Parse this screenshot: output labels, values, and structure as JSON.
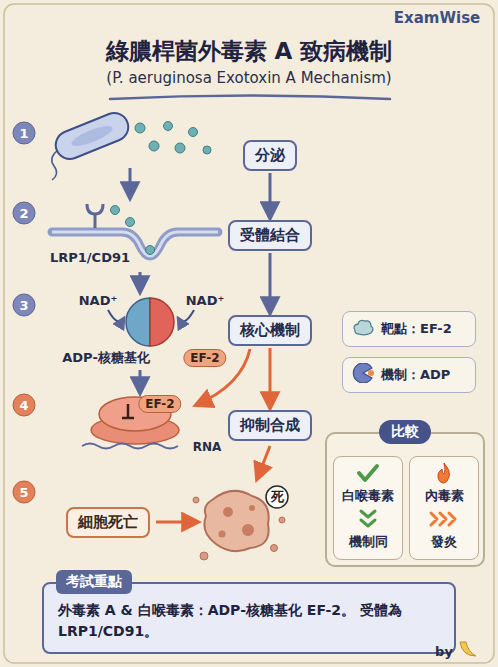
{
  "diagram": {
    "title": "綠膿桿菌外毒素 A 致病機制",
    "nodes": [
      {
        "text": [
          "分泌"
        ]
      },
      {
        "text": [
          "受體結合"
        ]
      },
      {
        "text": [
          "核心機制"
        ]
      },
      {
        "text": [
          "抑制合成"
        ]
      },
      {
        "text": [
          "細胞死亡"
        ]
      },
      {
        "text": [
          "比較"
        ]
      },
      {
        "text": [
          "白喉毒素",
          "機制同"
        ],
        "in": 5
      },
      {
        "text": [
          "內毒素",
          "發炎"
        ],
        "in": 5
      },
      {
        "text": [
          "考試重點",
          "外毒素 A & 白喉毒素：ADP-核糖基化 EF-2。 受體為 LRP1/CD91。"
        ]
      }
    ],
    "edges": [
      {
        "from": 0,
        "to": 1,
        "arrow": "to"
      },
      {
        "from": 1,
        "to": 2,
        "arrow": "to"
      },
      {
        "from": 2,
        "to": 3,
        "arrow": "to"
      }
    ],
    "labels": [
      "(P. aeruginosa Exotoxin A Mechanism)",
      "ExamWise",
      "1",
      "2",
      "3",
      "4",
      "5",
      "LRP1/CD91",
      "NAD⁺",
      "NAD⁺",
      "ADP-核糖基化",
      "EF-2",
      "EF-2",
      "RNA",
      "死",
      "by"
    ],
    "legend": [
      {
        "text": "靶點：EF-2"
      },
      {
        "text": "機制：ADP"
      }
    ]
  }
}
